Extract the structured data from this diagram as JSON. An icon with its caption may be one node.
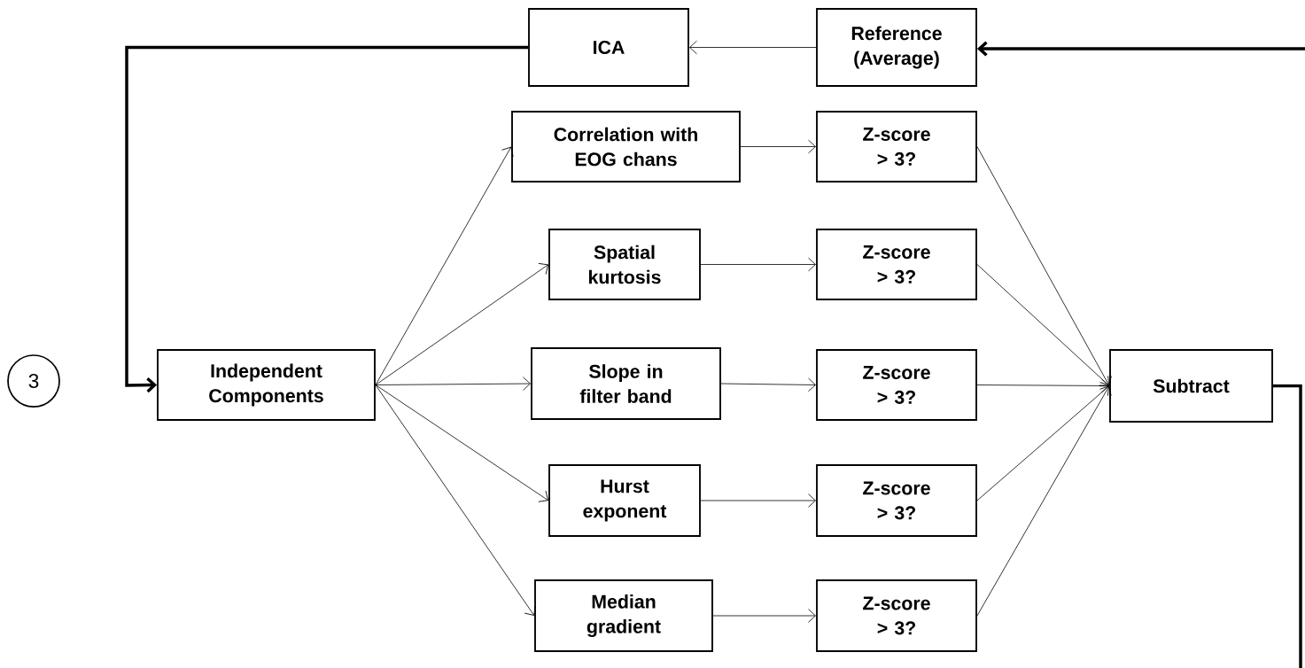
{
  "diagram": {
    "nodes": [
      {
        "text": [
          "ICA"
        ]
      },
      {
        "text": [
          "Reference (Average)"
        ]
      },
      {
        "text": [
          "3"
        ]
      },
      {
        "text": [
          "Independent Components"
        ]
      },
      {
        "text": [
          "Correlation with EOG chans"
        ]
      },
      {
        "text": [
          "Spatial kurtosis"
        ]
      },
      {
        "text": [
          "Slope in filter band"
        ]
      },
      {
        "text": [
          "Hurst exponent"
        ]
      },
      {
        "text": [
          "Median gradient"
        ]
      },
      {
        "text": [
          "Z-score > 3?"
        ]
      },
      {
        "text": [
          "Z-score > 3?"
        ]
      },
      {
        "text": [
          "Z-score > 3?"
        ]
      },
      {
        "text": [
          "Z-score > 3?"
        ]
      },
      {
        "text": [
          "Z-score > 3?"
        ]
      },
      {
        "text": [
          "Subtract"
        ]
      }
    ],
    "edges": [
      {
        "from": null,
        "to": 1,
        "arrow": "to",
        "style": "thick"
      },
      {
        "from": 1,
        "to": 0,
        "arrow": "to"
      },
      {
        "from": 0,
        "to": 3,
        "arrow": "to",
        "style": "thick"
      },
      {
        "from": 3,
        "to": 4,
        "arrow": "to"
      },
      {
        "from": 3,
        "to": 5,
        "arrow": "to"
      },
      {
        "from": 3,
        "to": 6,
        "arrow": "to"
      },
      {
        "from": 3,
        "to": 7,
        "arrow": "to"
      },
      {
        "from": 3,
        "to": 8,
        "arrow": "to"
      },
      {
        "from": 4,
        "to": 9,
        "arrow": "to"
      },
      {
        "from": 5,
        "to": 10,
        "arrow": "to"
      },
      {
        "from": 6,
        "to": 11,
        "arrow": "to"
      },
      {
        "from": 7,
        "to": 12,
        "arrow": "to"
      },
      {
        "from": 8,
        "to": 13,
        "arrow": "to"
      },
      {
        "from": 9,
        "to": 14,
        "arrow": "to"
      },
      {
        "from": 10,
        "to": 14,
        "arrow": "to"
      },
      {
        "from": 11,
        "to": 14,
        "arrow": "to"
      },
      {
        "from": 12,
        "to": 14,
        "arrow": "to"
      },
      {
        "from": 13,
        "to": 14,
        "arrow": "to"
      },
      {
        "from": 14,
        "to": null,
        "arrow": "none",
        "style": "thick"
      }
    ]
  }
}
